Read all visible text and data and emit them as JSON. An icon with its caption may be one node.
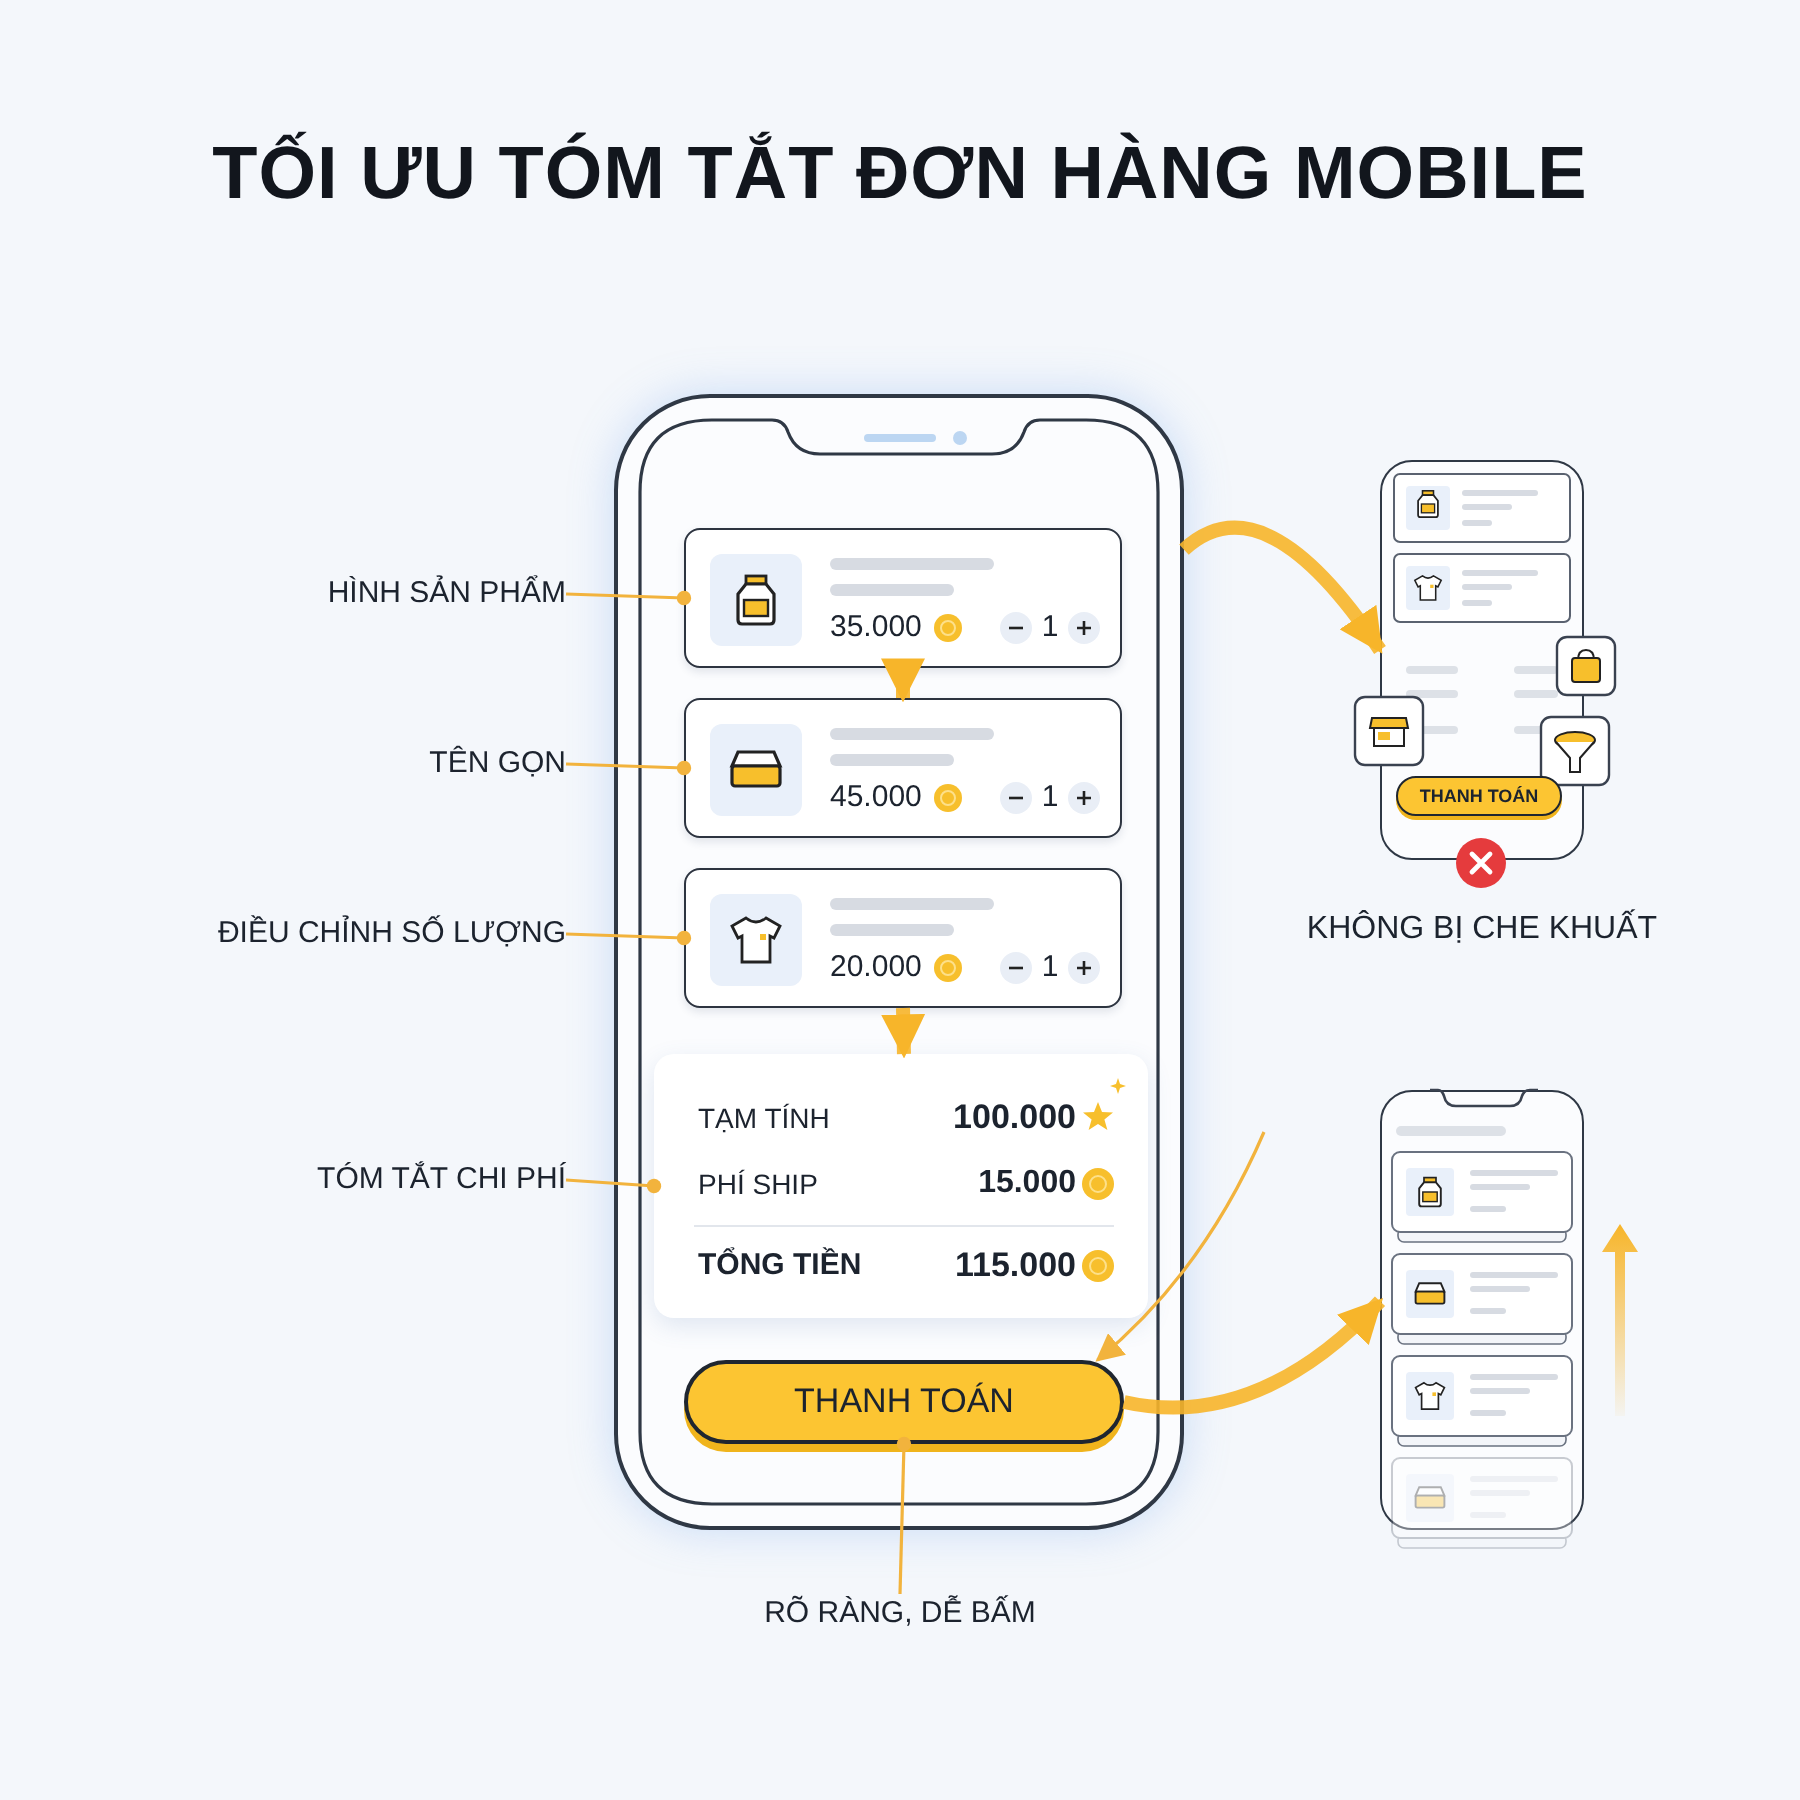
{
  "diagram": {
    "title": "TỐI ƯU TÓM TẮT ĐƠN HÀNG MOBILE",
    "nodes": [
      {
        "text": [],
        "shape": "box"
      },
      {
        "text": [
          "35.000",
          "1"
        ],
        "in": 0
      },
      {
        "text": [
          "45.000",
          "1"
        ],
        "in": 0
      },
      {
        "text": [
          "20.000",
          "1"
        ],
        "in": 0
      },
      {
        "text": [
          "TẠM TÍNH",
          "100.000",
          "PHÍ SHIP",
          "15.000",
          "TỔNG TIỀN",
          "115.000"
        ],
        "in": 0
      },
      {
        "text": [
          "THANH TOÁN"
        ],
        "in": 0
      },
      {
        "text": [
          "HÌNH SẢN PHẨM"
        ]
      },
      {
        "text": [
          "TÊN GỌN"
        ]
      },
      {
        "text": [
          "ĐIỀU CHỈNH SỐ LƯỢNG"
        ]
      },
      {
        "text": [
          "TÓM TẮT CHI PHÍ"
        ]
      },
      {
        "text": [
          "RÕ RÀNG, DỄ BẤM"
        ]
      },
      {
        "text": [],
        "shape": "box",
        "beside": [
          "KHÔNG BỊ CHE KHUẤT"
        ]
      },
      {
        "text": [
          "THANH TOÁN"
        ],
        "in": 11
      },
      {
        "text": [],
        "shape": "box"
      }
    ],
    "edges": [
      {
        "from": 6,
        "to": 1,
        "arrow": "other"
      },
      {
        "from": 7,
        "to": 2,
        "arrow": "other"
      },
      {
        "from": 8,
        "to": 3,
        "arrow": "other"
      },
      {
        "from": 9,
        "to": 4,
        "arrow": "other"
      },
      {
        "from": 10,
        "to": 5,
        "arrow": "other"
      },
      {
        "from": 1,
        "to": 2,
        "arrow": "to",
        "style": "thick"
      },
      {
        "from": 3,
        "to": 4,
        "arrow": "to",
        "style": "thick"
      },
      {
        "from": 0,
        "to": 11,
        "arrow": "to",
        "style": "thick"
      },
      {
        "from": 5,
        "to": 13,
        "arrow": "to",
        "style": "thick"
      },
      {
        "from": null,
        "to": 5,
        "arrow": "to"
      }
    ]
  }
}
